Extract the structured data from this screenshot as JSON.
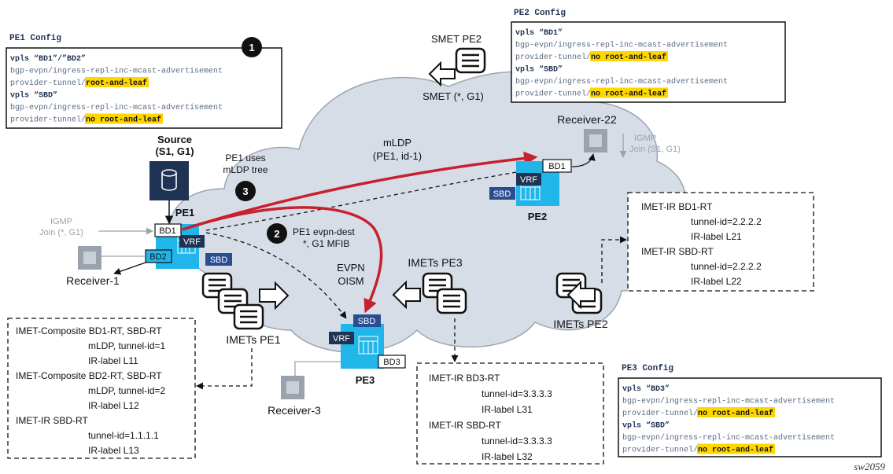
{
  "colors": {
    "cloud": "#d6dde6",
    "cloud_stroke": "#9aa6b2",
    "pe_blue": "#21b6ea",
    "dark_navy": "#1f3354",
    "sbd_blue": "#2a4d92",
    "red_arrow": "#c8202f",
    "highlight": "#ffd600",
    "gray_text": "#9aa3ad",
    "config_title": "#1f3354"
  },
  "pe1_config": {
    "title": "PE1 Config",
    "lines": [
      {
        "bold": "vpls “BD1”/”BD2”"
      },
      {
        "text": "bgp-evpn/ingress-repl-inc-mcast-advertisement"
      },
      {
        "text": "provider-tunnel/",
        "hl": "root-and-leaf"
      },
      {
        "bold": "vpls “SBD”"
      },
      {
        "text": "bgp-evpn/ingress-repl-inc-mcast-advertisement"
      },
      {
        "text": "provider-tunnel/",
        "hl": "no root-and-leaf"
      }
    ]
  },
  "pe2_config": {
    "title": "PE2 Config",
    "lines": [
      {
        "bold": "vpls “BD1”"
      },
      {
        "text": "bgp-evpn/ingress-repl-inc-mcast-advertisement"
      },
      {
        "text": "provider-tunnel/",
        "hl": "no root-and-leaf"
      },
      {
        "bold": "vpls “SBD”"
      },
      {
        "text": "bgp-evpn/ingress-repl-inc-mcast-advertisement"
      },
      {
        "text": "provider-tunnel/",
        "hl": "no root-and-leaf"
      }
    ]
  },
  "pe3_config": {
    "title": "PE3 Config",
    "lines": [
      {
        "bold": "vpls “BD3”"
      },
      {
        "text": "bgp-evpn/ingress-repl-inc-mcast-advertisement"
      },
      {
        "text": "provider-tunnel/",
        "hl": "no root-and-leaf"
      },
      {
        "bold": "vpls “SBD”"
      },
      {
        "text": "bgp-evpn/ingress-repl-inc-mcast-advertisement"
      },
      {
        "text": "provider-tunnel/",
        "hl": "no root-and-leaf"
      }
    ]
  },
  "steps": [
    "1",
    "2",
    "3"
  ],
  "labels": {
    "source": "Source",
    "source_sg": "(S1, G1)",
    "pe1": "PE1",
    "pe2": "PE2",
    "pe3": "PE3",
    "bd1": "BD1",
    "bd2": "BD2",
    "bd3": "BD3",
    "vrf": "VRF",
    "sbd": "SBD",
    "receiver1": "Receiver-1",
    "receiver22": "Receiver-22",
    "receiver3": "Receiver-3",
    "igmp1_a": "IGMP",
    "igmp1_b": "Join (*, G1)",
    "igmp2_a": "IGMP",
    "igmp2_b": "Join (S1, G1)",
    "pe1_uses_a": "PE1 uses",
    "pe1_uses_b": "mLDP tree",
    "mldp_a": "mLDP",
    "mldp_b": "(PE1, id-1)",
    "evpn_dest_a": "PE1 evpn-dest",
    "evpn_dest_b": "*, G1 MFIB",
    "evpn_oism_a": "EVPN",
    "evpn_oism_b": "OISM",
    "smet_pe2": "SMET PE2",
    "smet_sg": "SMET (*, G1)",
    "imets_pe1": "IMETs PE1",
    "imets_pe2": "IMETs PE2",
    "imets_pe3": "IMETs PE3",
    "figure_id": "sw2059"
  },
  "pe1_imet_box": [
    {
      "t": "IMET-Composite BD1-RT, SBD-RT",
      "indent": 0
    },
    {
      "t": "mLDP, tunnel-id=1",
      "indent": 1
    },
    {
      "t": "IR-label L11",
      "indent": 1
    },
    {
      "t": "IMET-Composite BD2-RT, SBD-RT",
      "indent": 0
    },
    {
      "t": "mLDP, tunnel-id=2",
      "indent": 1
    },
    {
      "t": "IR-label L12",
      "indent": 1
    },
    {
      "t": "IMET-IR SBD-RT",
      "indent": 0
    },
    {
      "t": "tunnel-id=1.1.1.1",
      "indent": 1
    },
    {
      "t": "IR-label L13",
      "indent": 1
    }
  ],
  "pe2_imet_box": [
    {
      "t": "IMET-IR BD1-RT",
      "indent": 0
    },
    {
      "t": "tunnel-id=2.2.2.2",
      "indent": 1
    },
    {
      "t": "IR-label L21",
      "indent": 1
    },
    {
      "t": "IMET-IR SBD-RT",
      "indent": 0
    },
    {
      "t": "tunnel-id=2.2.2.2",
      "indent": 1
    },
    {
      "t": "IR-label L22",
      "indent": 1
    }
  ],
  "pe3_imet_box": [
    {
      "t": "IMET-IR BD3-RT",
      "indent": 0
    },
    {
      "t": "tunnel-id=3.3.3.3",
      "indent": 1
    },
    {
      "t": "IR-label L31",
      "indent": 1
    },
    {
      "t": "IMET-IR SBD-RT",
      "indent": 0
    },
    {
      "t": "tunnel-id=3.3.3.3",
      "indent": 1
    },
    {
      "t": "IR-label L32",
      "indent": 1
    }
  ]
}
